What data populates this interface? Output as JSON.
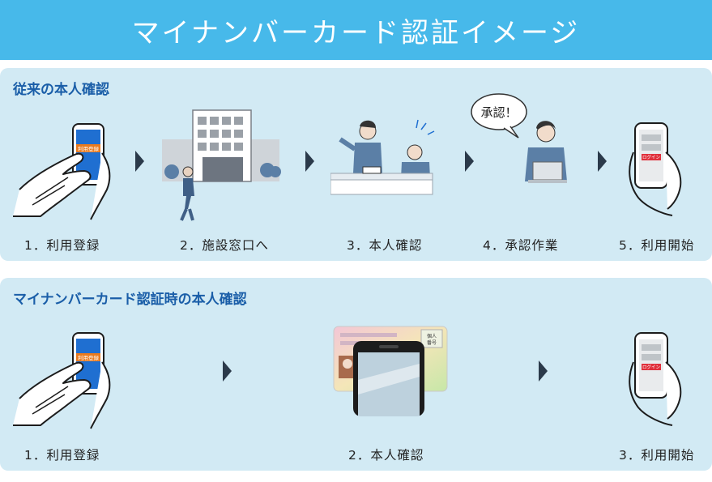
{
  "banner": {
    "title": "マイナンバーカード認証イメージ"
  },
  "conventional": {
    "title": "従来の本人確認",
    "steps": [
      "1．利用登録",
      "2．施設窓口へ",
      "3．本人確認",
      "4．承認作業",
      "5．利用開始"
    ],
    "phone_label": "利用登録",
    "bubble_text": "承認！",
    "login_label": "ログイン"
  },
  "mynumber": {
    "title": "マイナンバーカード認証時の本人確認",
    "steps": [
      "1．利用登録",
      "2．本人確認",
      "3．利用開始"
    ],
    "phone_label": "利用登録",
    "card_badge": "個人\n番号",
    "login_label": "ログイン"
  },
  "colors": {
    "banner": "#47b9ea",
    "panel": "#d2eaf4",
    "section_title": "#1a5ea8",
    "phone_screen": "#1f6fd1",
    "accent_red": "#e0303c",
    "suit": "#5b7fa6"
  }
}
